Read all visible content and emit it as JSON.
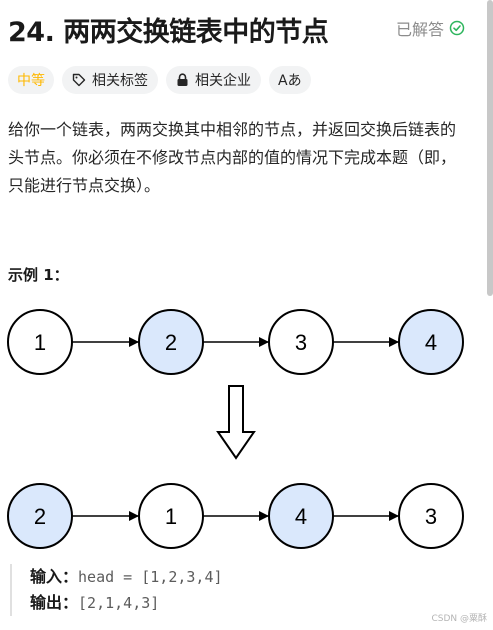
{
  "problem": {
    "title": "24. 两两交换链表中的节点",
    "status_label": "已解答"
  },
  "tags": {
    "difficulty": "中等",
    "related_tags": "相关标签",
    "related_companies": "相关企业",
    "language_icon": "Aあ"
  },
  "description": {
    "text": "给你一个链表，两两交换其中相邻的节点，并返回交换后链表的头节点。你必须在不修改节点内部的值的情况下完成本题（即，只能进行节点交换）。"
  },
  "example": {
    "title": "示例 1：",
    "before_nodes": [
      "1",
      "2",
      "3",
      "4"
    ],
    "after_nodes": [
      "2",
      "1",
      "4",
      "3"
    ],
    "highlighted_before": [
      false,
      true,
      false,
      true
    ],
    "highlighted_after": [
      true,
      false,
      true,
      false
    ],
    "input_label": "输入：",
    "input_value": "head = [1,2,3,4]",
    "output_label": "输出：",
    "output_value": "[2,1,4,3]"
  },
  "watermark": "CSDN @粟酥",
  "colors": {
    "difficulty": "#ffb800",
    "solved_check": "#2db55d",
    "node_highlight": "#dae8fc"
  }
}
